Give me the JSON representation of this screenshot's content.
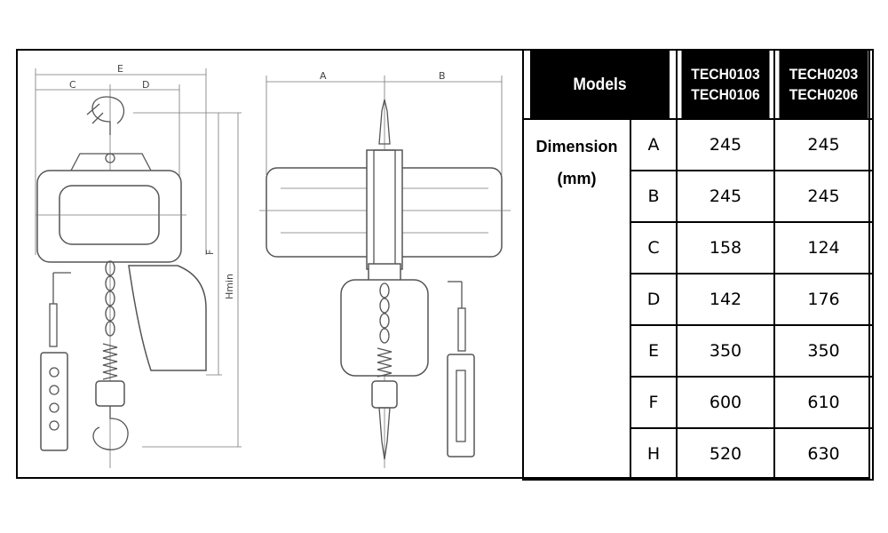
{
  "table": {
    "models_label": "Models",
    "model_columns": [
      [
        "TECH0103",
        "TECH0106"
      ],
      [
        "TECH0203",
        "TECH0206"
      ]
    ],
    "dimension_label_line1": "Dimension",
    "dimension_label_line2": "(mm)",
    "rows": [
      {
        "key": "A",
        "values": [
          "245",
          "245"
        ]
      },
      {
        "key": "B",
        "values": [
          "245",
          "245"
        ]
      },
      {
        "key": "C",
        "values": [
          "158",
          "124"
        ]
      },
      {
        "key": "D",
        "values": [
          "142",
          "176"
        ]
      },
      {
        "key": "E",
        "values": [
          "350",
          "350"
        ]
      },
      {
        "key": "F",
        "values": [
          "600",
          "610"
        ]
      },
      {
        "key": "H",
        "values": [
          "520",
          "630"
        ]
      }
    ]
  },
  "drawing": {
    "labels": {
      "E": "E",
      "C": "C",
      "D": "D",
      "F": "F",
      "H": "Hmin",
      "A": "A",
      "B": "B"
    }
  }
}
